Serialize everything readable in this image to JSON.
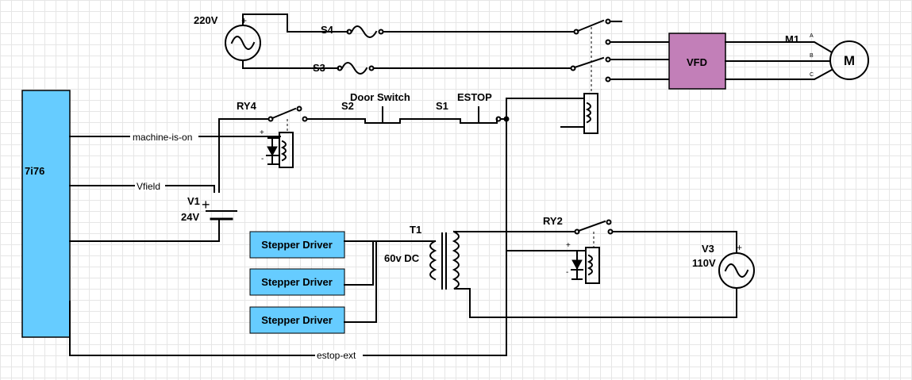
{
  "supply_220": {
    "label": "220V",
    "plus": "+"
  },
  "switches": {
    "s4": "S4",
    "s3": "S3",
    "s2": "S2",
    "s1": "S1"
  },
  "door_switch": "Door Switch",
  "estop": "ESTOP",
  "vfd": {
    "label": "VFD",
    "fill": "#c27fb8"
  },
  "motor": {
    "ref": "M1",
    "label": "M",
    "phases": [
      "A",
      "B",
      "C"
    ]
  },
  "controller": {
    "label": "7i76",
    "fill": "#66ccff"
  },
  "relays": {
    "ry4": "RY4",
    "ry2": "RY2",
    "plus": "+",
    "minus": "-"
  },
  "signals": {
    "machine_on": "machine-is-on",
    "vfield": "Vfield",
    "estop_ext": "estop-ext"
  },
  "v1": {
    "ref": "V1",
    "value": "24V",
    "plus": "+"
  },
  "transformer": {
    "ref": "T1",
    "rating": "60v DC"
  },
  "drivers": [
    "Stepper Driver",
    "Stepper Driver",
    "Stepper Driver"
  ],
  "driver_fill": "#66ccff",
  "v3": {
    "ref": "V3",
    "value": "110V",
    "plus": "+"
  }
}
